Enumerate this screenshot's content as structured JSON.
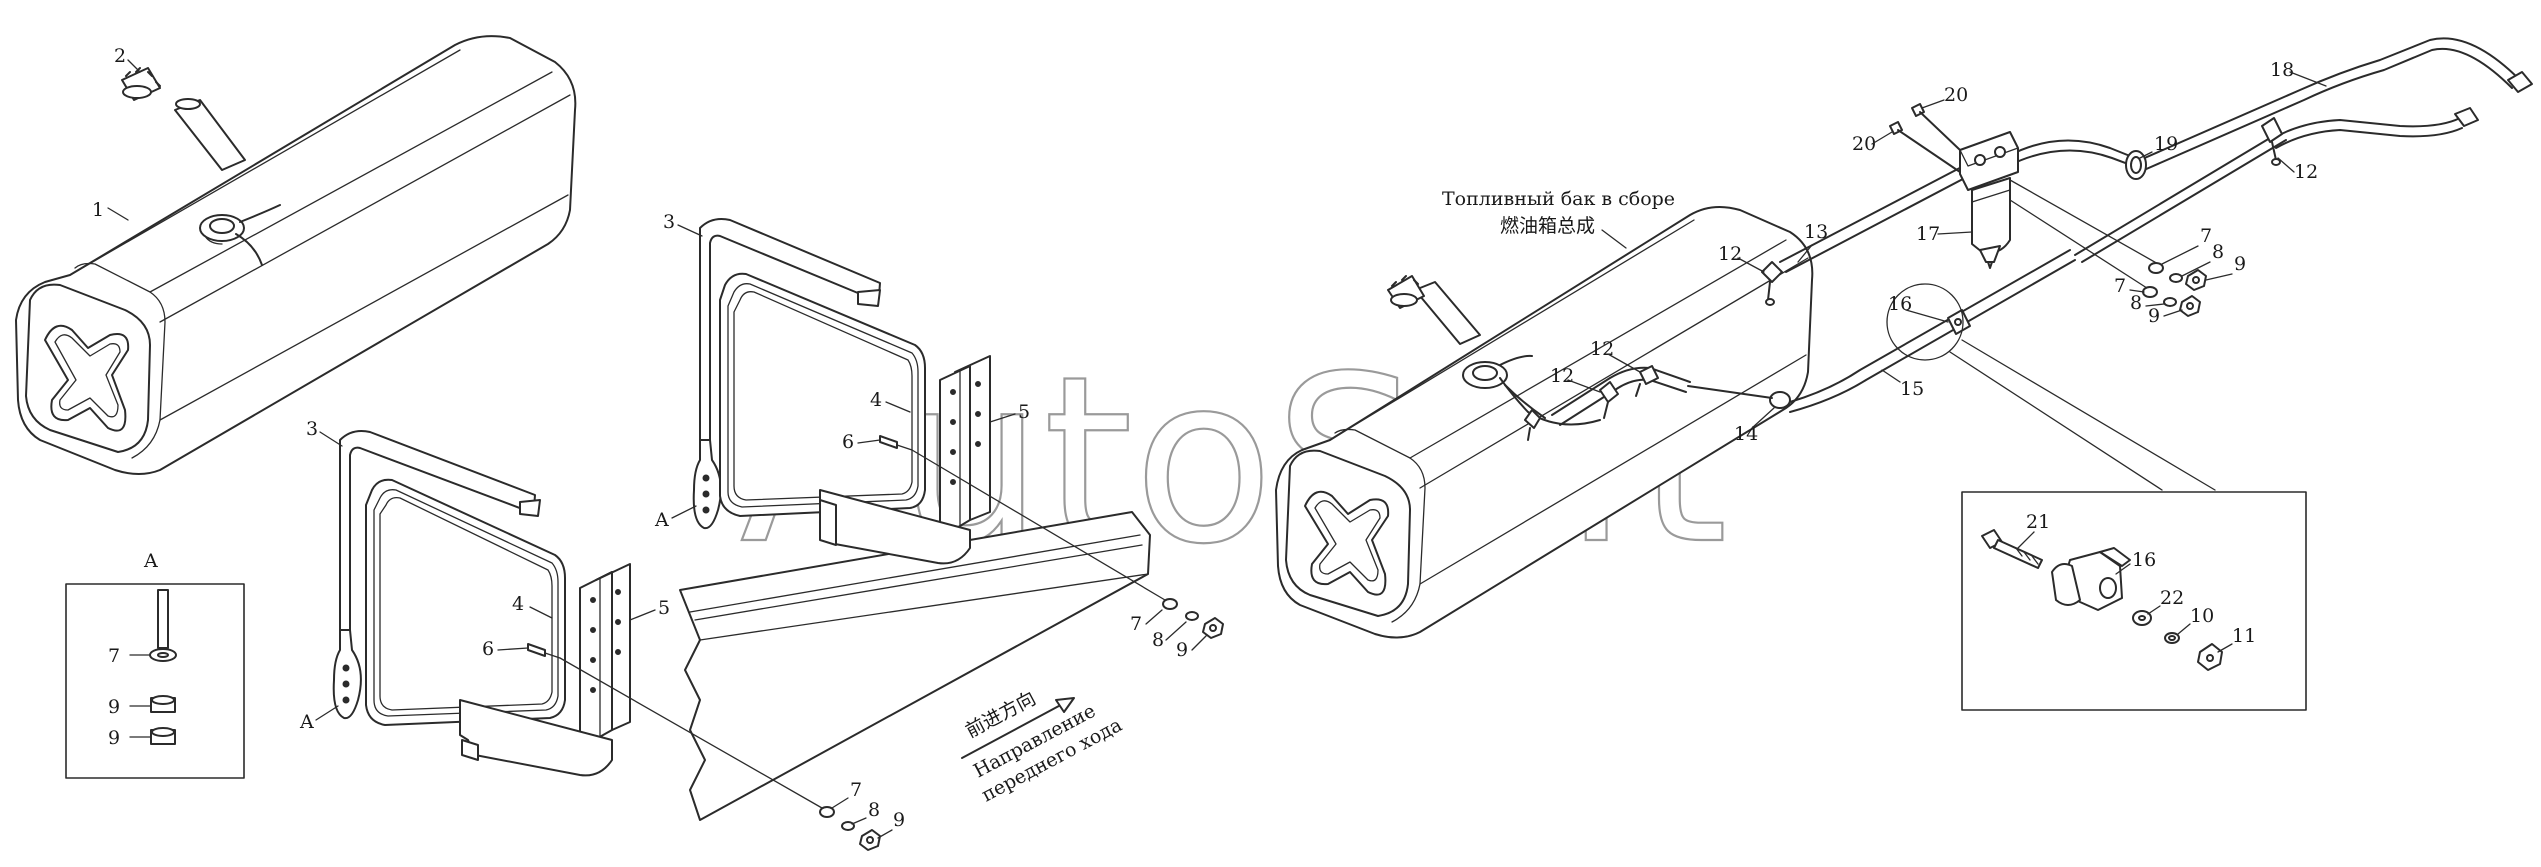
{
  "watermark": "AutoSoft",
  "assembly_caption": {
    "ru": "Топливный бак в сборе",
    "zh": "燃油箱总成"
  },
  "direction": {
    "zh": "前进方向",
    "ru_line1": "Направление",
    "ru_line2": "переднего хода"
  },
  "detail_a_title": "A",
  "callouts": {
    "c1": "1",
    "c2": "2",
    "c3a": "3",
    "c3b": "3",
    "c4a": "4",
    "c4b": "4",
    "c5a": "5",
    "c5b": "5",
    "c6a": "6",
    "c6b": "6",
    "c7a": "7",
    "c7b": "7",
    "c7c": "7",
    "c7d": "7",
    "c7e": "7",
    "c8a": "8",
    "c8b": "8",
    "c8c": "8",
    "c8d": "8",
    "c9a": "9",
    "c9b": "9",
    "c9c": "9",
    "c9d": "9",
    "c9e": "9",
    "c9f": "9",
    "c10": "10",
    "c11": "11",
    "c12a": "12",
    "c12b": "12",
    "c12c": "12",
    "c12d": "12",
    "c13": "13",
    "c14": "14",
    "c15": "15",
    "c16a": "16",
    "c16b": "16",
    "c17": "17",
    "c18": "18",
    "c19": "19",
    "c20a": "20",
    "c20b": "20",
    "c21": "21",
    "c22": "22",
    "cAa": "A",
    "cAb": "A"
  }
}
